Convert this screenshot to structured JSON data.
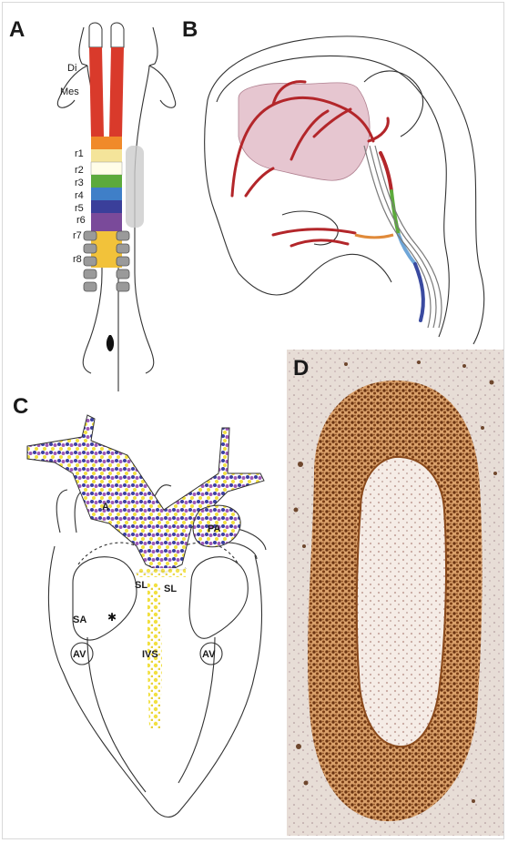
{
  "panels": {
    "A": {
      "letter": "A",
      "labels": {
        "di": "Di",
        "mes": "Mes",
        "r1": "r1",
        "r2": "r2",
        "r3": "r3",
        "r4": "r4",
        "r5": "r5",
        "r6": "r6",
        "r7": "r7",
        "r8": "r8"
      },
      "segment_colors": [
        "#d93a2b",
        "#f08a2a",
        "#f4e49a",
        "#ffffff",
        "#5caa3c",
        "#3f7fc8",
        "#3a3f9a",
        "#7a4a9a",
        "#f2c23a",
        "#9a9a9a"
      ]
    },
    "B": {
      "letter": "B"
    },
    "C": {
      "letter": "C",
      "labels": {
        "a": "A",
        "pa": "PA",
        "sa": "SA",
        "sl_left": "SL",
        "sl_right": "SL",
        "av_left": "AV",
        "av_right": "AV",
        "ivs": "IVS"
      },
      "dot_colors": [
        "#3b3fa0",
        "#9b59b6",
        "#f2e040"
      ]
    },
    "D": {
      "letter": "D"
    }
  }
}
